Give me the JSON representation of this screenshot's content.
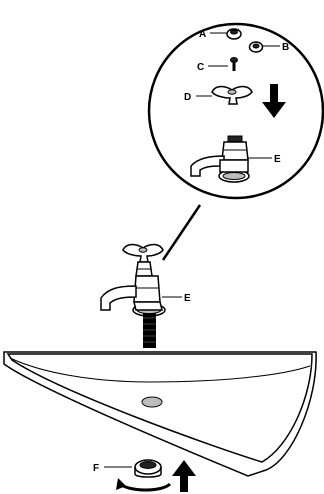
{
  "labels": {
    "a": "A",
    "b": "B",
    "c": "C",
    "d": "D",
    "e_inset": "E",
    "e_main": "E",
    "f": "F"
  },
  "colors": {
    "ink": "#000000",
    "shade": "#bdbdbd",
    "dark": "#222222"
  },
  "icons": [
    "down-arrow-icon",
    "up-arrow-icon",
    "rotate-arrow-icon"
  ]
}
